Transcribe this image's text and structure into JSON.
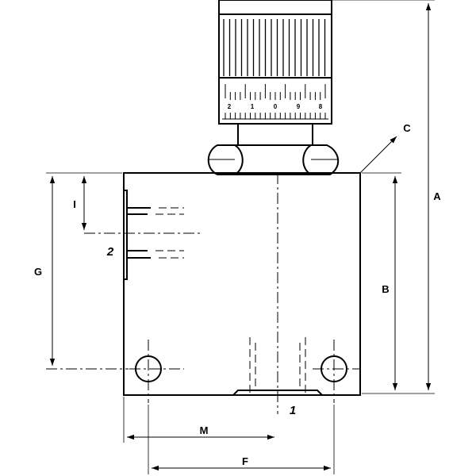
{
  "drawing": {
    "dimension_labels": {
      "A": "A",
      "B": "B",
      "C": "C",
      "F": "F",
      "G": "G",
      "I": "I",
      "M": "M"
    },
    "port_labels": {
      "port_1": "1",
      "port_2": "2"
    },
    "knob_scale": [
      "2",
      "1",
      "0",
      "9",
      "8"
    ]
  }
}
